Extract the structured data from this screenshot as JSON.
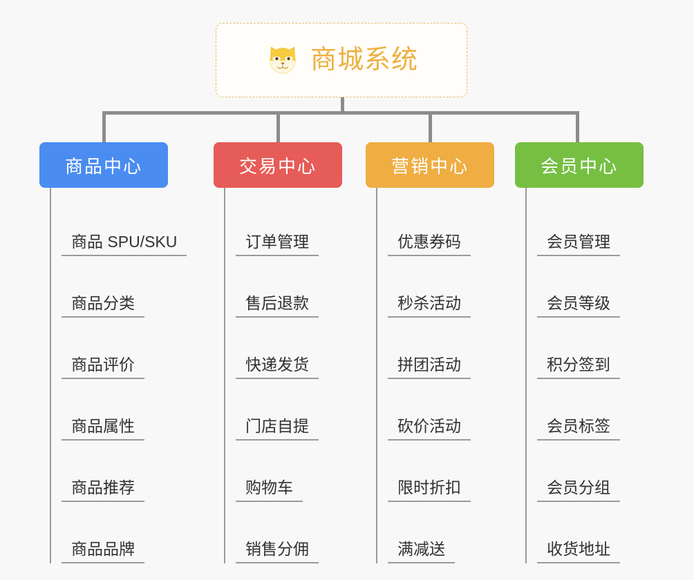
{
  "canvas": {
    "background": "#f8f8f8",
    "connector_color": "#8c8c8c",
    "leaf_line_color": "#9a9a9a",
    "leaf_text_color": "#303133"
  },
  "root": {
    "title": "商城系统",
    "icon": "shiba-dog-face-icon",
    "text_color": "#edb141",
    "border_color": "#e9b864",
    "background": "#fffefb"
  },
  "columns": [
    {
      "id": "product-center",
      "label": "商品中心",
      "color": "#4a8cf0",
      "items": [
        "商品 SPU/SKU",
        "商品分类",
        "商品评价",
        "商品属性",
        "商品推荐",
        "商品品牌"
      ]
    },
    {
      "id": "trade-center",
      "label": "交易中心",
      "color": "#e65c58",
      "items": [
        "订单管理",
        "售后退款",
        "快递发货",
        "门店自提",
        "购物车",
        "销售分佣"
      ]
    },
    {
      "id": "marketing-center",
      "label": "营销中心",
      "color": "#efad43",
      "items": [
        "优惠券码",
        "秒杀活动",
        "拼团活动",
        "砍价活动",
        "限时折扣",
        "满减送"
      ]
    },
    {
      "id": "member-center",
      "label": "会员中心",
      "color": "#76bf43",
      "items": [
        "会员管理",
        "会员等级",
        "积分签到",
        "会员标签",
        "会员分组",
        "收货地址"
      ]
    }
  ]
}
